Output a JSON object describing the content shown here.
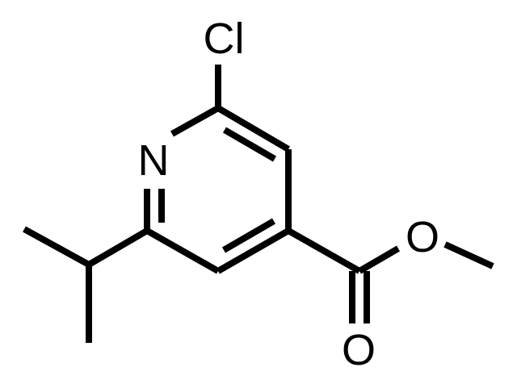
{
  "atoms": {
    "chlorine": "Cl",
    "nitrogen": "N",
    "ester_oxygen": "O",
    "carbonyl_oxygen": "O"
  },
  "colors": {
    "background": "#ffffff",
    "ink": "#000000"
  }
}
